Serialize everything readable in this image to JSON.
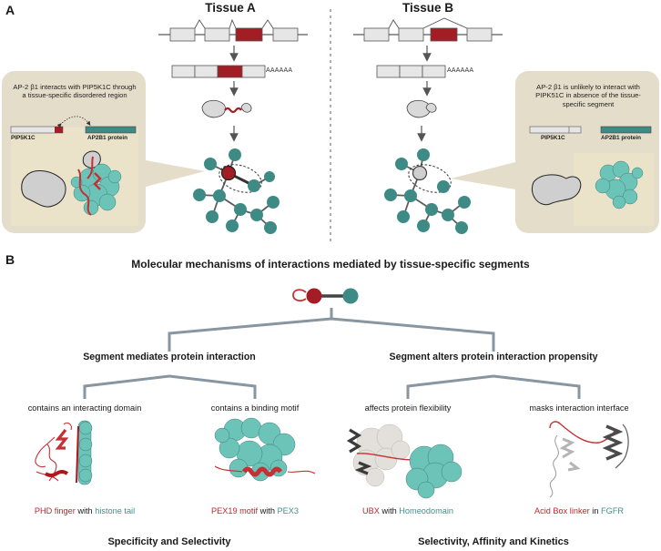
{
  "panel_a": {
    "letter": "A",
    "tissue_a": "Tissue A",
    "tissue_b": "Tissue B",
    "poly_a_tail": "AAAAAA",
    "left_bubble": {
      "text": "AP-2 β1 interacts with PIP5K1C through a tissue-specific disordered region",
      "label_left": "PIP5K1C",
      "label_right": "AP2B1 protein"
    },
    "right_bubble": {
      "text": "AP-2 β1 is unlikely to interact with PIPK51C in absence of the tissue-specific segment",
      "label_left": "PIP5K1C",
      "label_right": "AP2B1 protein"
    },
    "colors": {
      "red": "#a31d24",
      "teal": "#3e8b85",
      "grey": "#d9d9d9",
      "bubble": "#e4ddc9"
    }
  },
  "panel_b": {
    "letter": "B",
    "title": "Molecular mechanisms of interactions mediated by tissue-specific segments",
    "branch_left": "Segment mediates protein interaction",
    "branch_right": "Segment alters protein interaction propensity",
    "leaves": [
      {
        "title": "contains an interacting domain",
        "cap_red": "PHD finger",
        "cap_mid": " with ",
        "cap_teal": "histone tail"
      },
      {
        "title": "contains a binding motif",
        "cap_red": "PEX19 motif",
        "cap_mid": " with ",
        "cap_teal": "PEX3"
      },
      {
        "title": "affects protein flexibility",
        "cap_red": "UBX",
        "cap_mid": " with ",
        "cap_teal": "Homeodomain"
      },
      {
        "title": "masks interaction interface",
        "cap_red": "Acid Box linker",
        "cap_mid": " in ",
        "cap_teal": "FGFR"
      }
    ],
    "footer_left": "Specificity and Selectivity",
    "footer_right": "Selectivity, Affinity and Kinetics"
  }
}
